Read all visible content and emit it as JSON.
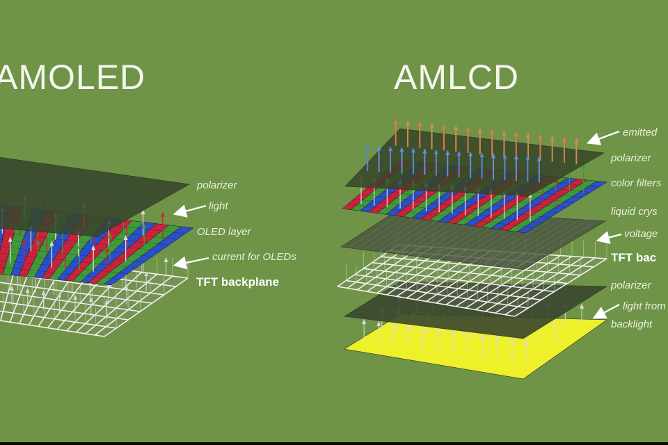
{
  "titles": {
    "amoled": "AMOLED",
    "amlcd": "AMLCD"
  },
  "amoled_labels": {
    "polarizer": "polarizer",
    "light": "light",
    "oled_layer": "OLED layer",
    "current": "current for OLEDs",
    "tft": "TFT backplane"
  },
  "amlcd_labels": {
    "emitted": "emitted",
    "polarizer_top": "polarizer",
    "color_filters": "color filters",
    "liquid_crystal": "liquid crys",
    "voltage": "voltage",
    "tft": "TFT bac",
    "polarizer_bottom": "polarizer",
    "light_from": "light from",
    "backlight": "backlight"
  },
  "colors": {
    "background": "#6f9447",
    "red": "#c8233a",
    "green": "#3f9a3a",
    "blue": "#2b4ec9",
    "polarizer": "#3b4a2e",
    "backlight": "#eef02a",
    "grid": "#f2f2f2"
  }
}
